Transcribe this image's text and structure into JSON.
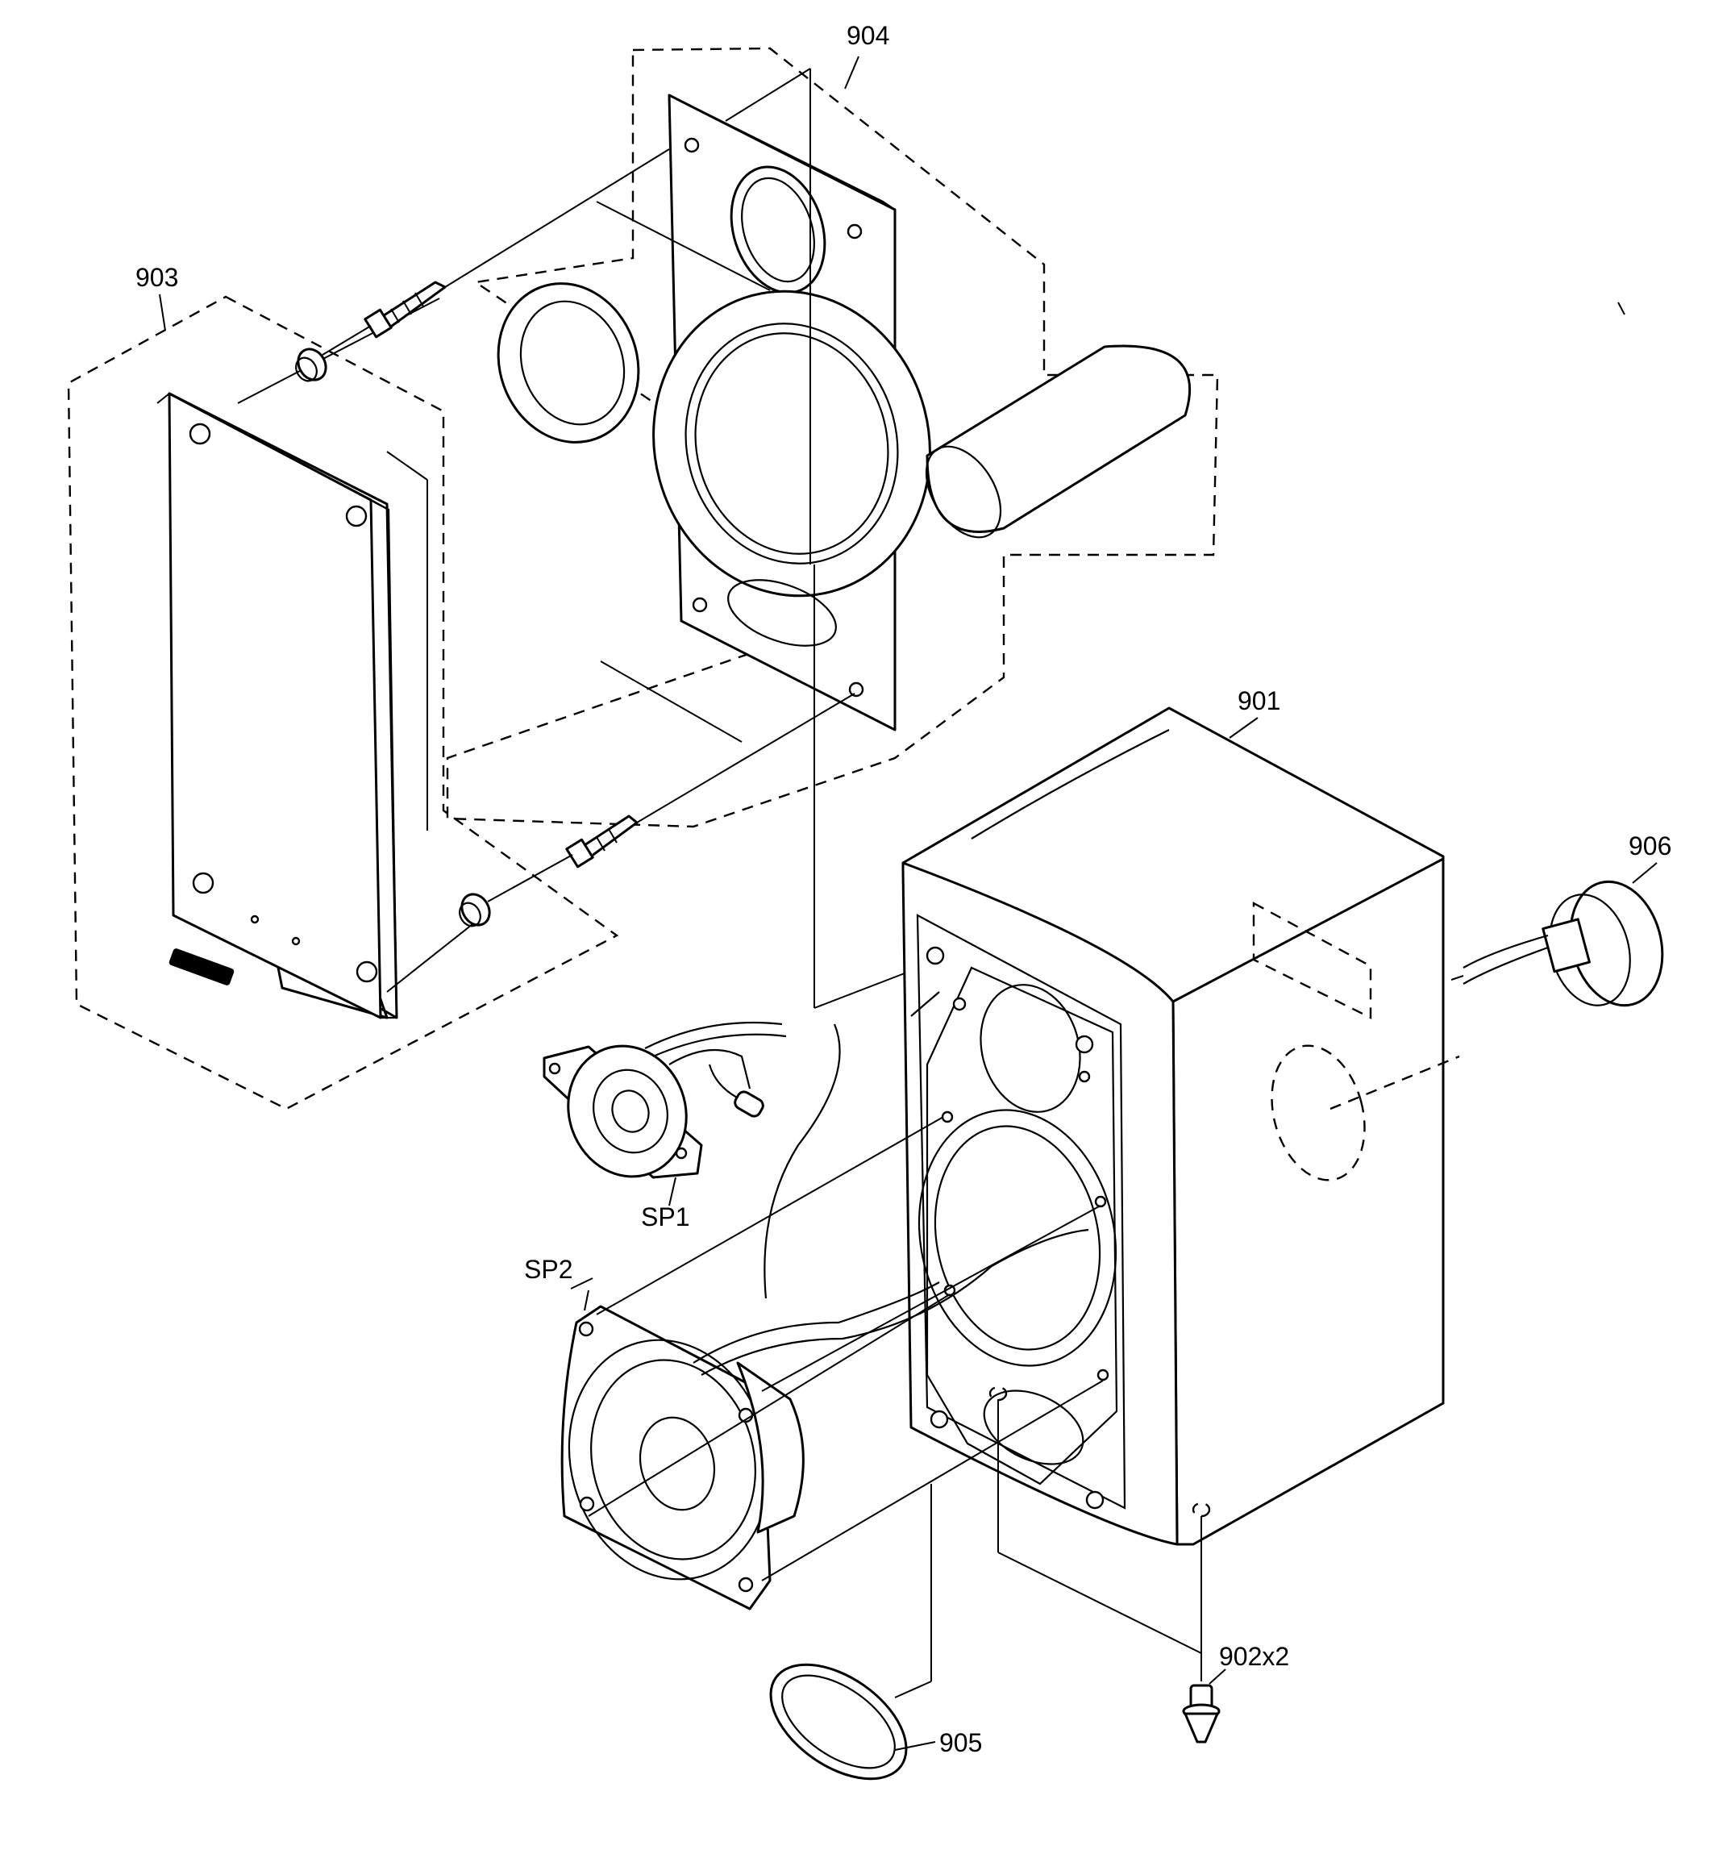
{
  "labels": {
    "cabinet": "901",
    "foot": "902x2",
    "grille": "903",
    "baffle": "904",
    "ring": "905",
    "terminal": "906",
    "tweeter": "SP1",
    "woofer": "SP2"
  },
  "colors": {
    "line": "#000000",
    "paper": "#ffffff"
  }
}
